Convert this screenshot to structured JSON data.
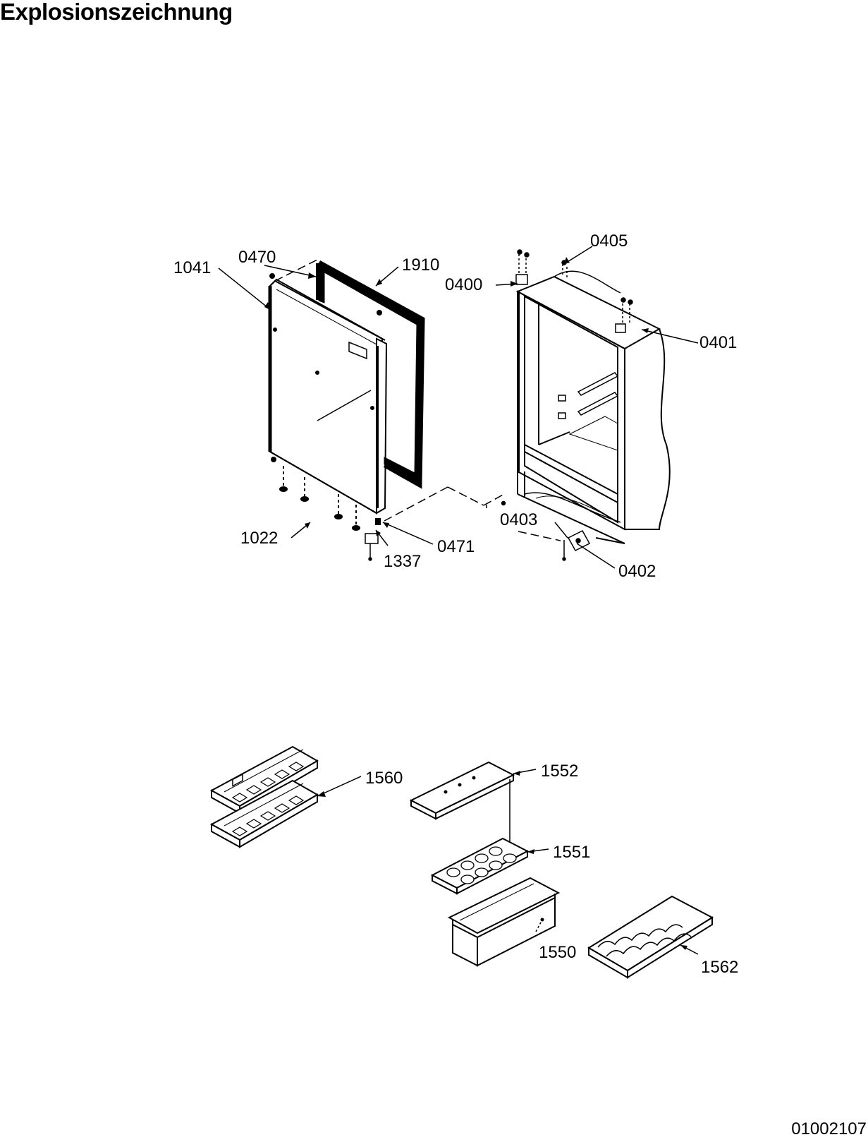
{
  "title": "Explosionszeichnung",
  "document_number": "01002107",
  "callouts": {
    "p1041": "1041",
    "p0470": "0470",
    "p1910": "1910",
    "p0405": "0405",
    "p0400": "0400",
    "p0401": "0401",
    "p1022": "1022",
    "p0471": "0471",
    "p1337": "1337",
    "p0403": "0403",
    "p0402": "0402",
    "p1560": "1560",
    "p1552": "1552",
    "p1551": "1551",
    "p1550": "1550",
    "p1562": "1562"
  }
}
